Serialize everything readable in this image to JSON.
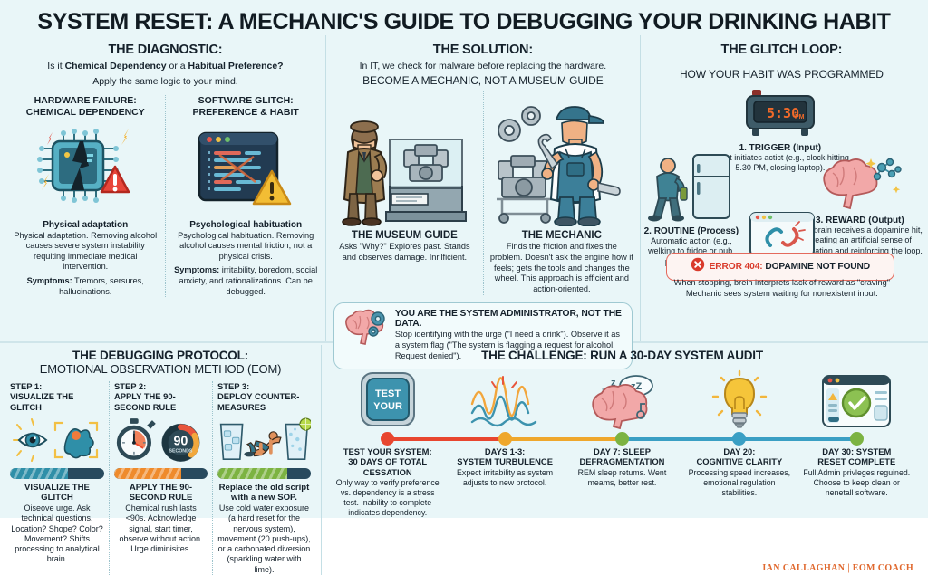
{
  "title": "SYSTEM RESET: A MECHANIC'S GUIDE TO DEBUGGING YOUR DRINKING HABIT",
  "colors": {
    "background": "#e9f6f8",
    "accent_red": "#d93a2b",
    "accent_orange": "#e0692f",
    "accent_teal": "#3a9fc4",
    "dark": "#284a5e",
    "green": "#7cb342"
  },
  "diagnostic": {
    "heading": "THE DIAGNOSTIC:",
    "sub_prefix": "Is it ",
    "sub_bold1": "Chemical Dependency",
    "sub_mid": " or a ",
    "sub_bold2": "Habitual Preference?",
    "sub_line2": "Apply the same logic to your mind.",
    "panels": [
      {
        "title": "HARDWARE FAILURE:\nCHEMICAL DEPENDENCY",
        "icon": "broken-chip-icon",
        "lead": "Physical adaptation",
        "body": "Physical adaptation. Removing alcohol causes severe system instability requiting immediate medical intervention.",
        "symptoms_label": "Symptoms:",
        "symptoms": " Tremors, sersures, hallucinations."
      },
      {
        "title": "SOFTWARE GLITCH:\nPREFERENCE & HABIT",
        "icon": "code-window-warning-icon",
        "lead": "Psychological habituation",
        "body": "Psychological habituation. Removing alcohol causes mental friction, not a physical crisis.",
        "symptoms_label": "Symptoms:",
        "symptoms": " irritability, boredom, social anxiety, and rationalizations. Can be debugged."
      }
    ]
  },
  "solution": {
    "heading": "THE SOLUTION:",
    "sub_line1": "In IT, we check for malware before replacing the hardware.",
    "sub_line2": "BECOME A MECHANIC, NOT A MUSEUM GUIDE",
    "panels": [
      {
        "title": "THE MUSEUM GUIDE",
        "icon": "museum-guide-illustration",
        "body": "Asks \"Why?\" Explores past. Stands and observes damage. Inrilficient."
      },
      {
        "title": "THE MECHANIC",
        "icon": "mechanic-illustration",
        "body": "Finds the friction and fixes the problem. Doesn't ask the engine how it feels; gets the tools and changes the wheel. This approach is efficient and action-oriented."
      }
    ],
    "callout": {
      "icon": "brain-gears-icon",
      "title": "YOU ARE THE SYSTEM ADMINISTRATOR, NOT THE DATA.",
      "body": "Stop identifying with the urge (\"I need a drink\"). Observe it as a system flag (\"The system is flagging a request for alcohol. Request denied\")."
    }
  },
  "glitch": {
    "heading": "THE GLITCH LOOP:",
    "sub": "HOW YOUR HABIT WAS PROGRAMMED",
    "steps": [
      {
        "icon": "alarm-clock-icon",
        "clock_time": "5:30",
        "clock_meridiem": "PM",
        "title": "1. TRIGGER (Input)",
        "body": "Event initiates actict (e.g., clock hitting 5.30 PM, closing laptop)."
      },
      {
        "icon": "person-fridge-icon",
        "title": "2. ROUTINE (Process)",
        "body": "Automatic action (e.g., welking to fridge or pub, pouring dring)."
      },
      {
        "icon": "brain-dopamine-icon",
        "title": "3. REWARD (Output)",
        "body": "The brain receives a dopamine hit, creating an artificial sense of relaxation and reinforcing the loop."
      }
    ],
    "broken_link_icon": "broken-link-window-icon",
    "error": {
      "icon": "error-circle-x-icon",
      "code": "ERROR 404:",
      "message": " DOPAMINE NOT FOUND"
    },
    "note": "When stopping, brein interprets lack of reward as \"craving\"\nMechanic sees system waiting for nonexistent input."
  },
  "protocol": {
    "heading": "THE DEBUGGING PROTOCOL:",
    "heading2": "EMOTIONAL OBSERVATION METHOD (EOM)",
    "steps": [
      {
        "num": "STEP 1:\nVISUALIZE THE GLITCH",
        "icon": "eye-blob-icon",
        "bar_color": "#2f8fa8",
        "bar_pct": 62,
        "title": "VISUALIZE THE GLITCH",
        "body": "Oiseove urge. Ask technical questions. Location? Shope? Color? Movement? Shifts processing to analytical brain."
      },
      {
        "num": "STEP 2:\nAPPLY THE 90-SECOND RULE",
        "icon": "stopwatch-90-seconds-icon",
        "bar_color": "#ef8b2c",
        "bar_pct": 72,
        "title": "APPLY THE 90-SECOND RULE",
        "body": "Chemical rush lasts <90s. Acknowledge signal, start timer, observe without action. Urge diminisites."
      },
      {
        "num": "STEP 3:\nDEPLOY COUNTER-MEASURES",
        "icon": "water-pushup-icon",
        "bar_color": "#7cb342",
        "bar_pct": 75,
        "title": "Replace the old script with a new SOP.",
        "body": "Use cold water exposure (a hard reset for the nervous system), movement (20 push-ups), or a carbonated diversion (sparkling water with lime)."
      }
    ]
  },
  "challenge": {
    "heading": "THE CHALLENGE: RUN A 30-DAY SYSTEM AUDIT",
    "milestones": [
      {
        "icon": "test-button-icon",
        "button_line1": "TEST",
        "button_line2": "YOUR",
        "dot_color": "#e8462f",
        "title": "TEST YOUR SYSTEM:\n30 DAYS OF TOTAL CESSATION",
        "body": "Only way to verify preference vs. dependency is a stress test. Inability to complete indicates dependency."
      },
      {
        "icon": "waveform-icon",
        "dot_color": "#efa72c",
        "title": "DAYS 1-3:\nSYSTEM TURBULENCE",
        "body": "Expect irritability as system adjusts to new protocol."
      },
      {
        "icon": "sleeping-brain-icon",
        "dot_color": "#7cb342",
        "title": "DAY 7: SLEEP\nDEFRAGMENTATION",
        "body": "REM sleep retums. Went meams, better rest."
      },
      {
        "icon": "lightbulb-icon",
        "dot_color": "#3a9fc4",
        "title": "DAY 20:\nCOGNITIVE CLARITY",
        "body": "Processing speed increases, emotional regulation stabilities."
      },
      {
        "icon": "checkmark-window-icon",
        "dot_color": "#7cb342",
        "title": "DAY 30: SYSTEM\nRESET COMPLETE",
        "body": "Full Admin privleges reguined. Choose to keep clean or nenetall software."
      }
    ]
  },
  "credit": "IAN CALLAGHAN  |  EOM COACH"
}
